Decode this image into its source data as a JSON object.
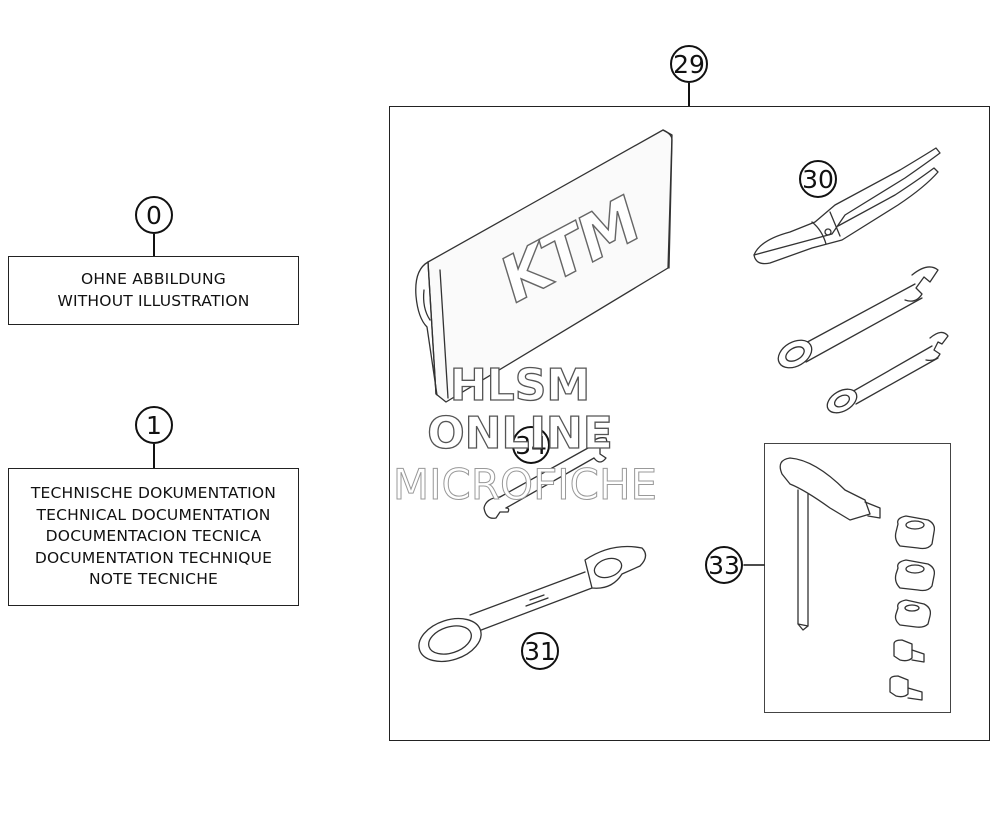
{
  "callouts": {
    "c0": "0",
    "c1": "1",
    "c29": "29",
    "c30": "30",
    "c31": "31",
    "c33": "33",
    "c34": "34"
  },
  "boxes": {
    "without_illustration": [
      "OHNE ABBILDUNG",
      "WITHOUT ILLUSTRATION"
    ],
    "technical_documentation": [
      "TECHNISCHE DOKUMENTATION",
      "TECHNICAL DOCUMENTATION",
      "DOCUMENTACION TECNICA",
      "DOCUMENTATION TECHNIQUE",
      "NOTE TECNICHE"
    ]
  },
  "logo_text": "KTM",
  "watermark": [
    "HLSM",
    "ONLINE",
    "MICROFICHE"
  ]
}
